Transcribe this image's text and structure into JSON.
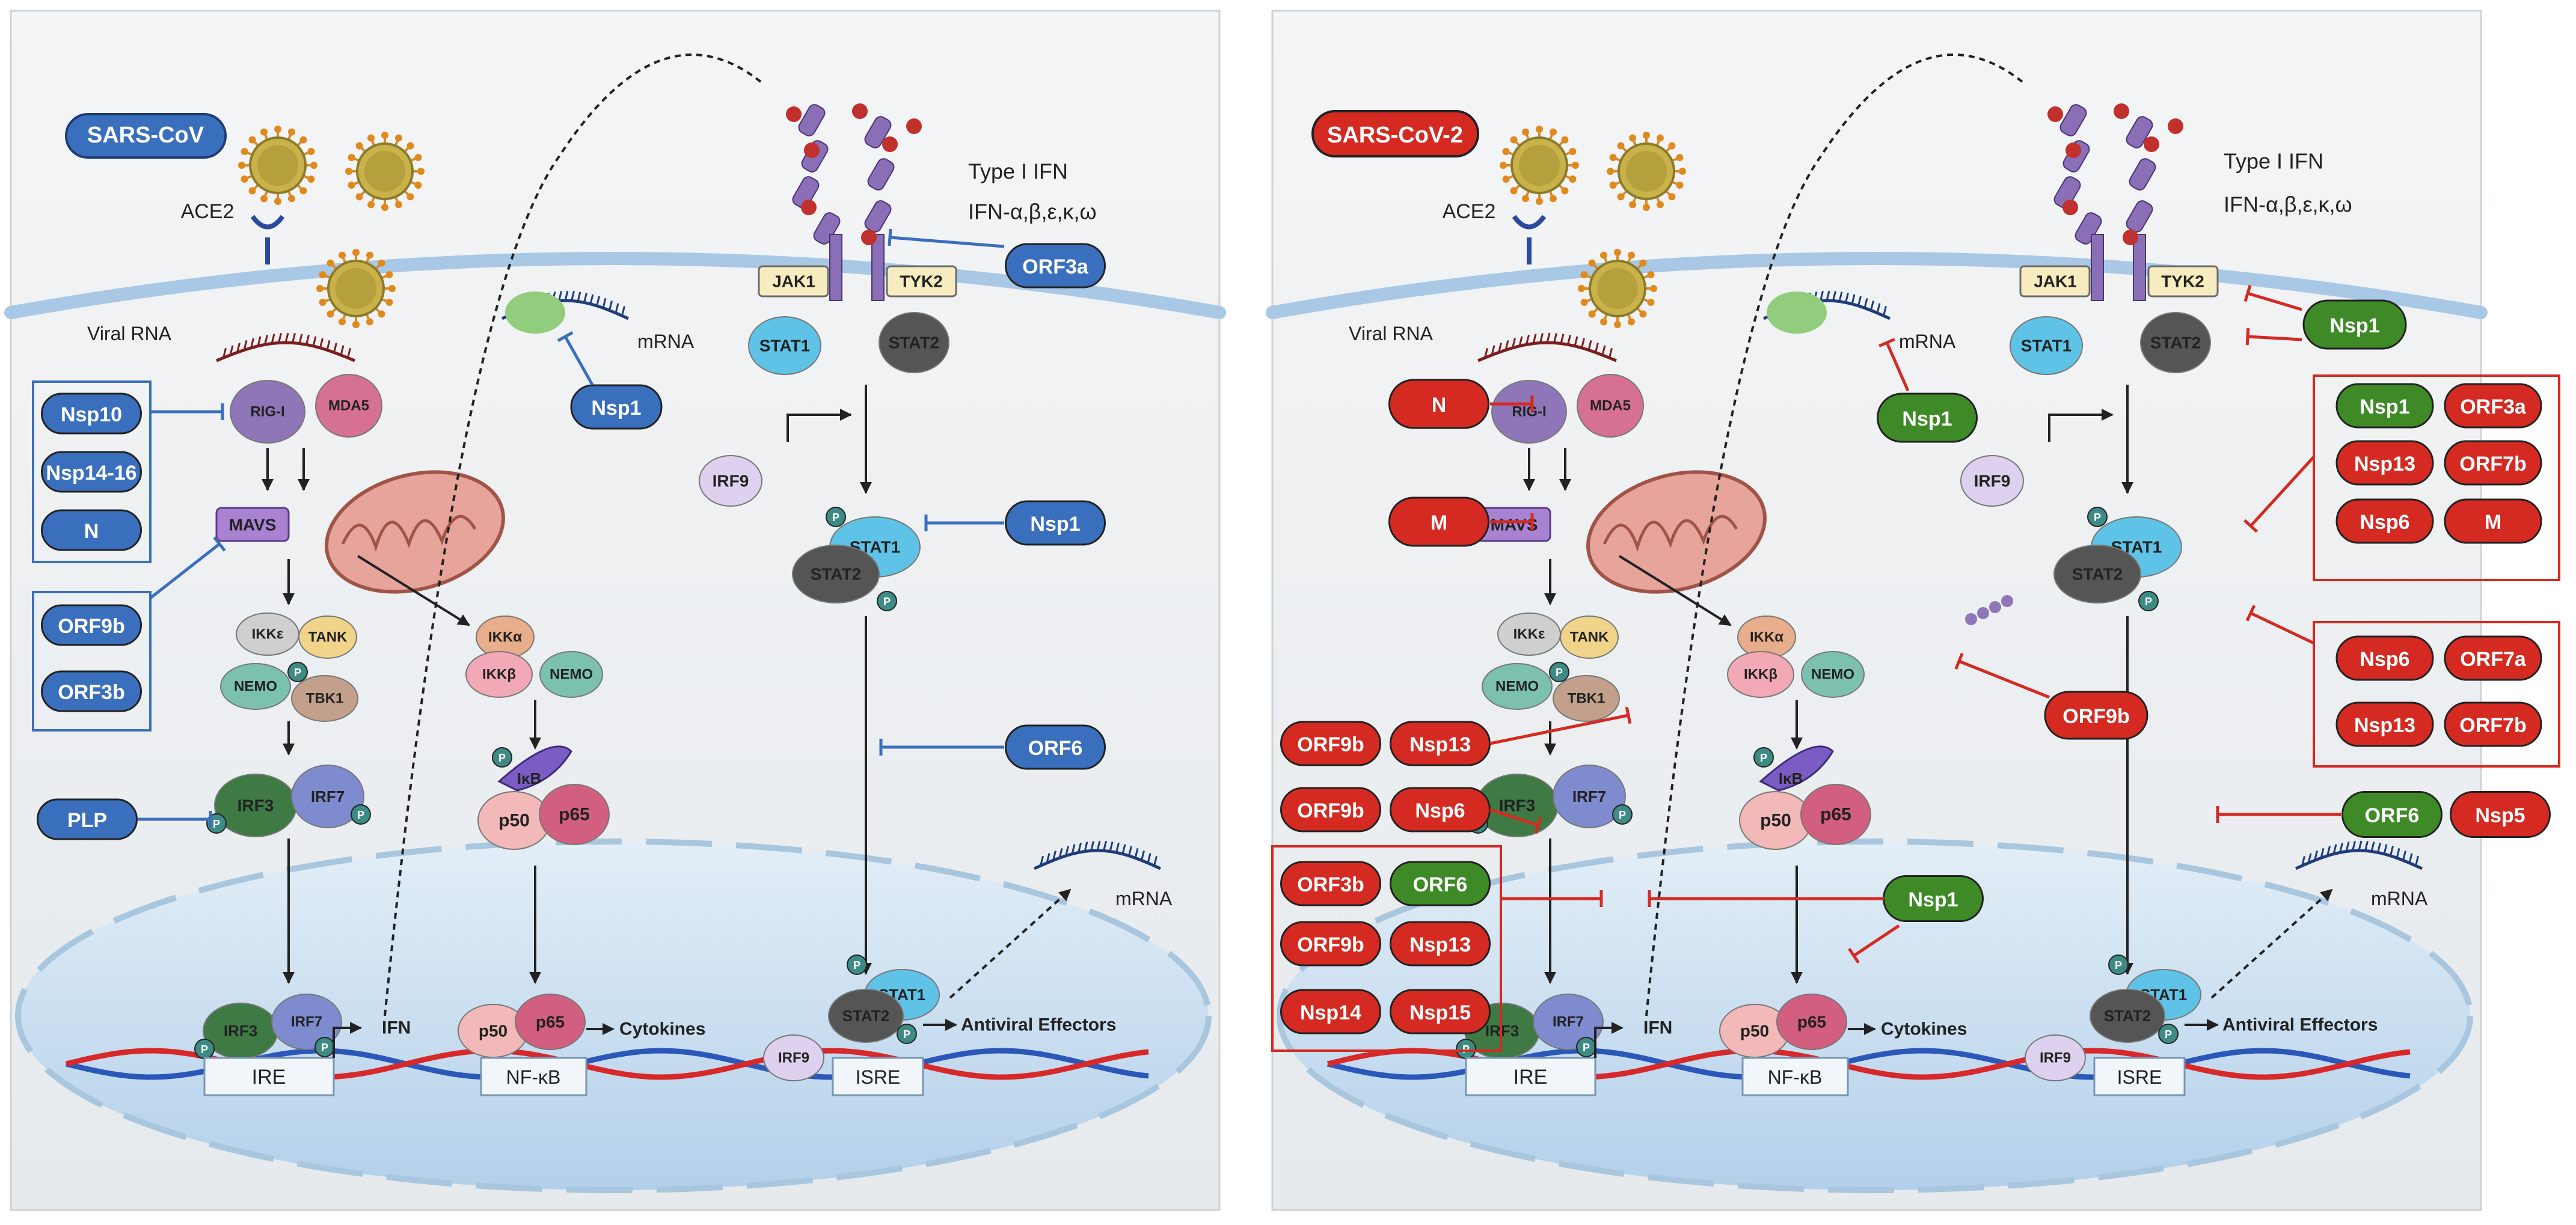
{
  "colors": {
    "blue": "#3a6fbd",
    "red": "#d42a22",
    "green": "#3d8a26",
    "panel_bg": "#e9ecee",
    "membrane": "#a8c8e6",
    "nucleus": "#c9dff0"
  },
  "left_panel": {
    "virus_label": "SARS-CoV",
    "receptor": "ACE2",
    "viral_rna": "Viral RNA",
    "ifn_title": "Type I IFN",
    "ifn_types": "IFN-α,β,ε,κ,ω",
    "mrna_top": "mRNA",
    "mrna_nucleus": "mRNA",
    "inhibitors": {
      "nsp10": "Nsp10",
      "nsp14_16": "Nsp14-16",
      "n": "N",
      "orf9b": "ORF9b",
      "orf3b": "ORF3b",
      "plp": "PLP",
      "orf3a": "ORF3a",
      "nsp1_mrna": "Nsp1",
      "nsp1_stat": "Nsp1",
      "orf6": "ORF6"
    }
  },
  "right_panel": {
    "virus_label": "SARS-CoV-2",
    "receptor": "ACE2",
    "viral_rna": "Viral RNA",
    "ifn_title": "Type I IFN",
    "ifn_types": "IFN-α,β,ε,κ,ω",
    "mrna_top": "mRNA",
    "mrna_nucleus": "mRNA",
    "inhibitors": {
      "n": "N",
      "m": "M",
      "nsp1_mrna": "Nsp1",
      "nsp1_tyk2": "Nsp1",
      "box1": [
        "Nsp1",
        "ORF3a",
        "Nsp13",
        "ORF7b",
        "Nsp6",
        "M"
      ],
      "box2": [
        "Nsp6",
        "ORF7a",
        "Nsp13",
        "ORF7b"
      ],
      "orf9b_nemo": "ORF9b",
      "tbk1_row": [
        "ORF9b",
        "Nsp13"
      ],
      "irf3_row": [
        "ORF9b",
        "Nsp6"
      ],
      "nuclear_box": [
        "ORF3b",
        "ORF6",
        "ORF9b",
        "Nsp13",
        "Nsp14",
        "Nsp15"
      ],
      "nsp1_nuclear": "Nsp1",
      "orf6": "ORF6",
      "nsp5": "Nsp5"
    }
  },
  "proteins": {
    "rig1": "RIG-I",
    "mda5": "MDA5",
    "mavs": "MAVS",
    "ikke": "IKKε",
    "tank": "TANK",
    "nemo": "NEMO",
    "tbk1": "TBK1",
    "irf3": "IRF3",
    "irf7": "IRF7",
    "ikka": "IKKα",
    "ikkb": "IKKβ",
    "ikb": "IκB",
    "p50": "p50",
    "p65": "p65",
    "jak1": "JAK1",
    "tyk2": "TYK2",
    "stat1": "STAT1",
    "stat2": "STAT2",
    "irf9": "IRF9",
    "phospho": "P"
  },
  "dna": {
    "ire": "IRE",
    "nfkb": "NF-κB",
    "isre": "ISRE",
    "ifn": "IFN",
    "cytokines": "Cytokines",
    "antiviral": "Antiviral Effectors"
  }
}
